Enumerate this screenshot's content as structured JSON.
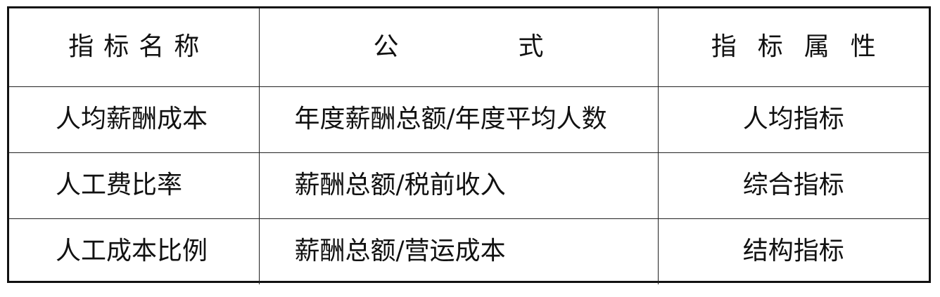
{
  "table": {
    "headers": {
      "name": "指标名称",
      "formula_left": "公",
      "formula_right": "式",
      "attribute": "指标属性"
    },
    "rows": [
      {
        "name": "人均薪酬成本",
        "formula": "年度薪酬总额/年度平均人数",
        "attribute": "人均指标"
      },
      {
        "name": "人工费比率",
        "formula": "薪酬总额/税前收入",
        "attribute": "综合指标"
      },
      {
        "name": "人工成本比例",
        "formula": "薪酬总额/营运成本",
        "attribute": "结构指标"
      }
    ]
  }
}
